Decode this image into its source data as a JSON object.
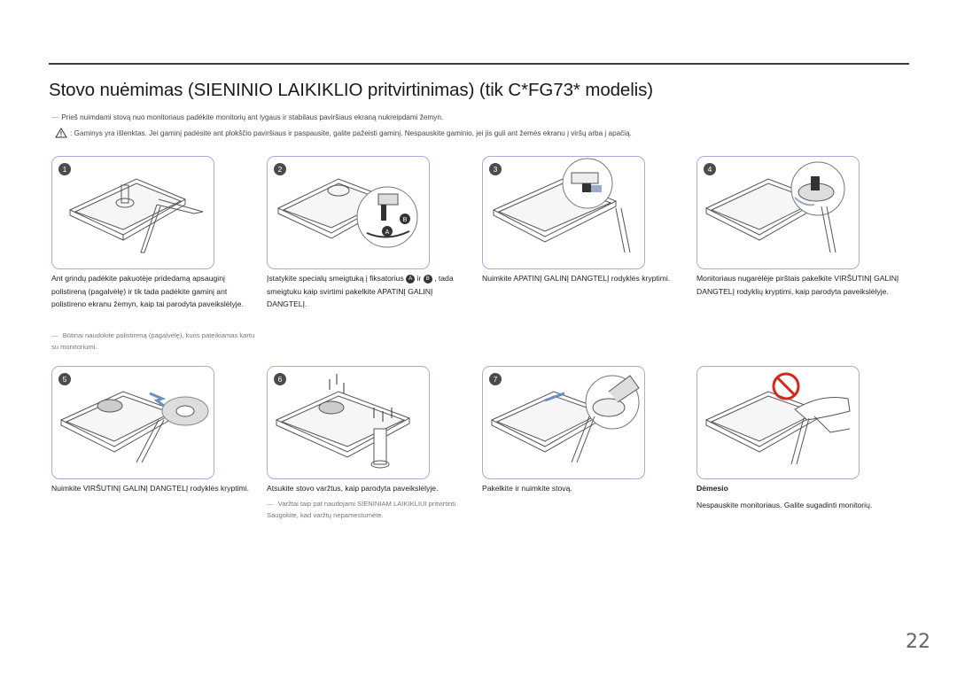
{
  "page": {
    "title": "Stovo nuėmimas (SIENINIO LAIKIKLIO pritvirtinimas) (tik C*FG73* modelis)",
    "note1": "Prieš nuimdami stovą nuo monitoriaus padėkite monitorių ant lygaus ir stabilaus paviršiaus ekraną nukreipdami žemyn.",
    "note2": ": Gaminys yra išlenktas. Jei gaminį padėsite ant plokščio paviršiaus ir paspausite, galite pažeisti gaminį. Nespauskite gaminio, jei jis guli ant žemės ekranu į viršų arba į apačią.",
    "page_number": "22"
  },
  "steps": [
    {
      "num": "1",
      "caption": "Ant grindų padėkite pakuotėje pridedamą apsauginį polistireną (pagalvėlę) ir tik tada padėkite gaminį ant polistireno ekranu žemyn, kaip tai parodyta paveikslėlyje.",
      "sub": "Būtinai naudokite polistireną (pagalvėlę), kuris pateikiamas kartu su monitoriumi."
    },
    {
      "num": "2",
      "caption_a": "Įstatykite specialų smeigtuką į fiksatorius",
      "marker_a": "A",
      "caption_ir": "ir",
      "marker_b": "B",
      "caption_b": ", tada smeigtuku kaip svirtimi pakelkite APATINĮ GALINĮ DANGTELĮ."
    },
    {
      "num": "3",
      "caption": "Nuimkite APATINĮ GALINĮ DANGTELĮ rodyklės kryptimi."
    },
    {
      "num": "4",
      "caption": "Monitoriaus nugarėlėje pirštais pakelkite VIRŠUTINĮ GALINĮ DANGTELĮ rodyklių kryptimi, kaip parodyta paveikslėlyje."
    },
    {
      "num": "5",
      "caption": "Nuimkite VIRŠUTINĮ GALINĮ DANGTELĮ rodyklės kryptimi."
    },
    {
      "num": "6",
      "caption": "Atsukite stovo varžtus, kaip parodyta paveikslėlyje.",
      "sub": "Varžtai taip pat naudojami SIENINIAM LAIKIKLIUI pritvirtinti. Saugokite, kad varžtų nepamestumėte."
    },
    {
      "num": "7",
      "caption": "Pakelkite ir nuimkite stovą."
    }
  ],
  "attention": {
    "title": "Dėmesio",
    "text": "Nespauskite monitoriaus. Galite sugadinti monitorių."
  },
  "illustration_markers": {
    "a": "A",
    "b": "B"
  },
  "colors": {
    "panel_border": "#a9abd6",
    "badge": "#4b4b4b",
    "rule": "#3a3a3a",
    "prohibit": "#d9261c"
  }
}
